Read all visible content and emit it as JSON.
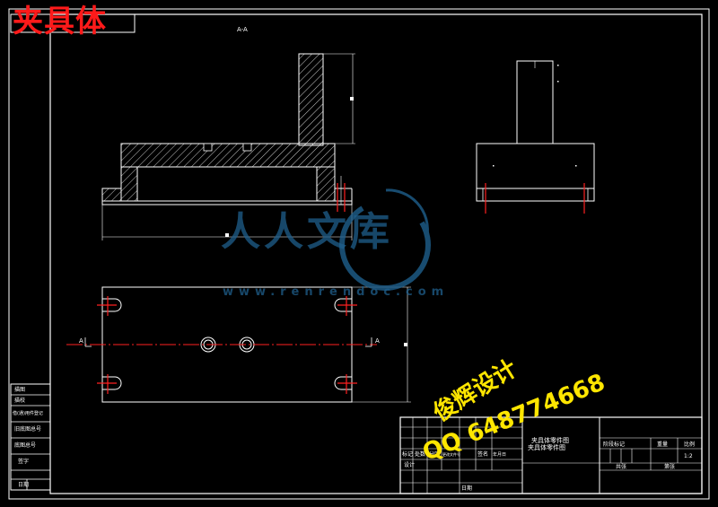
{
  "drawing_title": "夹具体",
  "section_label": "A-A",
  "view_label_left": "A",
  "view_label_right": "A",
  "watermark": {
    "brand": "人人文库",
    "url": "www.renrendoc.com"
  },
  "advert": {
    "line1": "俊辉设计",
    "line2": "QQ 648774668"
  },
  "title_block": {
    "part_name_1": "夹具体零件图",
    "part_name_2": "夹具体零件图",
    "scale": "1:2",
    "date_label": "日期",
    "designer_label": "设计",
    "col_headers": [
      "标记",
      "处数",
      "分区",
      "更改文件号",
      "签名",
      "年月日"
    ],
    "right_headers": [
      "阶段标记",
      "重量",
      "比例"
    ],
    "bottom_labels": [
      "共张",
      "第张"
    ]
  },
  "left_stamp": {
    "rows": [
      "借(通)用件登记",
      "旧底图总号",
      "底图总号",
      "签字",
      "日期"
    ],
    "top_rows": [
      "描图",
      "描校"
    ]
  },
  "colors": {
    "line": "#ffffff",
    "center_line": "#ff2020",
    "watermark": "#1f5f8c",
    "advert": "#ffe600",
    "title": "#ff1a1a"
  }
}
